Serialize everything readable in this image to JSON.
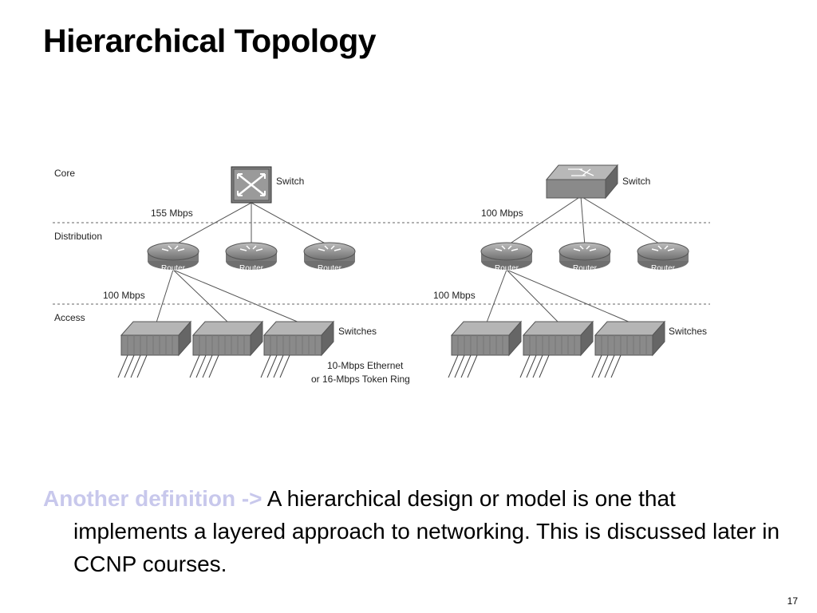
{
  "slide": {
    "title": "Hierarchical Topology",
    "page_number": "17",
    "colors": {
      "lead_text": "#c8c8ec",
      "device_fill": "#8a8a8a"
    }
  },
  "diagram": {
    "layers": [
      "Core",
      "Distribution",
      "Access"
    ],
    "left": {
      "core_label": "Switch",
      "core_speed": "155 Mbps",
      "access_speed": "100 Mbps",
      "routers": [
        "Router",
        "Router",
        "Router"
      ],
      "switches_label": "Switches",
      "lan_note": [
        "10-Mbps Ethernet",
        "or 16-Mbps Token Ring"
      ]
    },
    "right": {
      "core_label": "Switch",
      "core_speed": "100 Mbps",
      "access_speed": "100 Mbps",
      "routers": [
        "Router",
        "Router",
        "Router"
      ],
      "switches_label": "Switches"
    }
  },
  "definition": {
    "lead": "Another definition ->",
    "body": "A hierarchical design or model is one that implements a layered approach to networking.  This is discussed later in CCNP courses."
  }
}
